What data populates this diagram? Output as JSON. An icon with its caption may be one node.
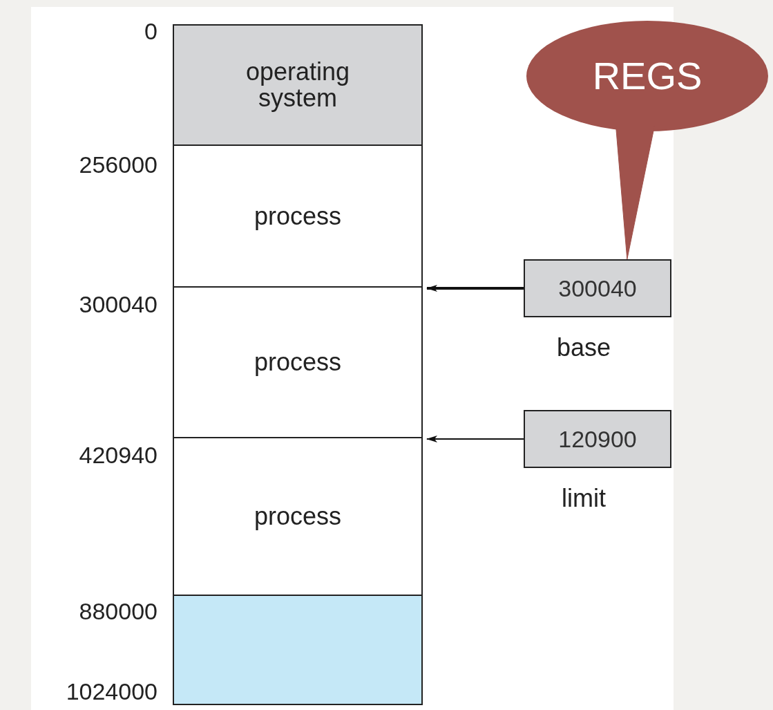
{
  "diagram": {
    "nodes": [
      {
        "text": [
          "operating system"
        ]
      },
      {
        "text": [
          "process"
        ]
      },
      {
        "text": [
          "process"
        ]
      },
      {
        "text": [
          "process"
        ]
      },
      {
        "text": [],
        "shape": "box"
      },
      {
        "text": [
          "300040"
        ],
        "beside": [
          "base"
        ]
      },
      {
        "text": [
          "120900"
        ],
        "beside": [
          "limit"
        ]
      },
      {
        "text": [
          "REGS"
        ]
      }
    ],
    "edges": [
      {
        "from": 5,
        "to": 2,
        "arrow": "to",
        "style": "thick"
      },
      {
        "from": 6,
        "to": 3,
        "arrow": "to"
      },
      {
        "from": 7,
        "to": 5,
        "arrow": "none",
        "color": "#a0524c"
      }
    ],
    "labels": [
      "0",
      "256000",
      "300040",
      "420940",
      "880000",
      "1024000"
    ]
  }
}
